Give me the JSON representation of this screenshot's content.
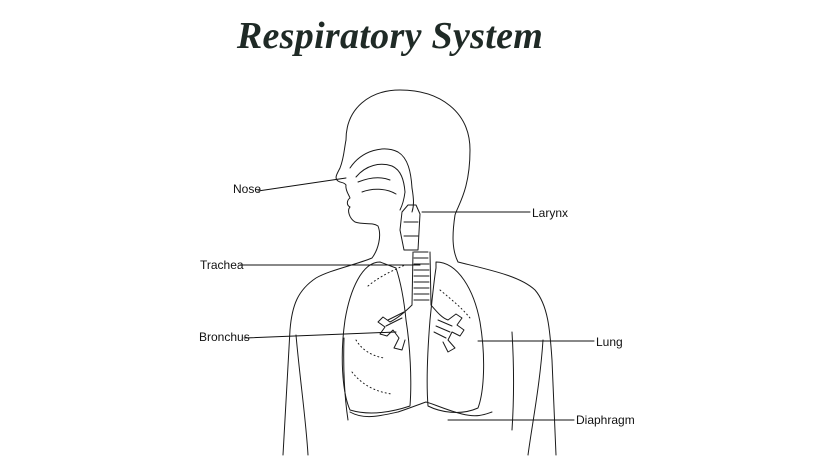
{
  "title": "Respiratory System",
  "labels": {
    "nose": "Nose",
    "larynx": "Larynx",
    "trachea": "Trachea",
    "bronchus": "Bronchus",
    "lung": "Lung",
    "diaphragm": "Diaphragm"
  },
  "colors": {
    "ink": "#1a1a1a",
    "title": "#1f2a26",
    "background": "#ffffff"
  }
}
